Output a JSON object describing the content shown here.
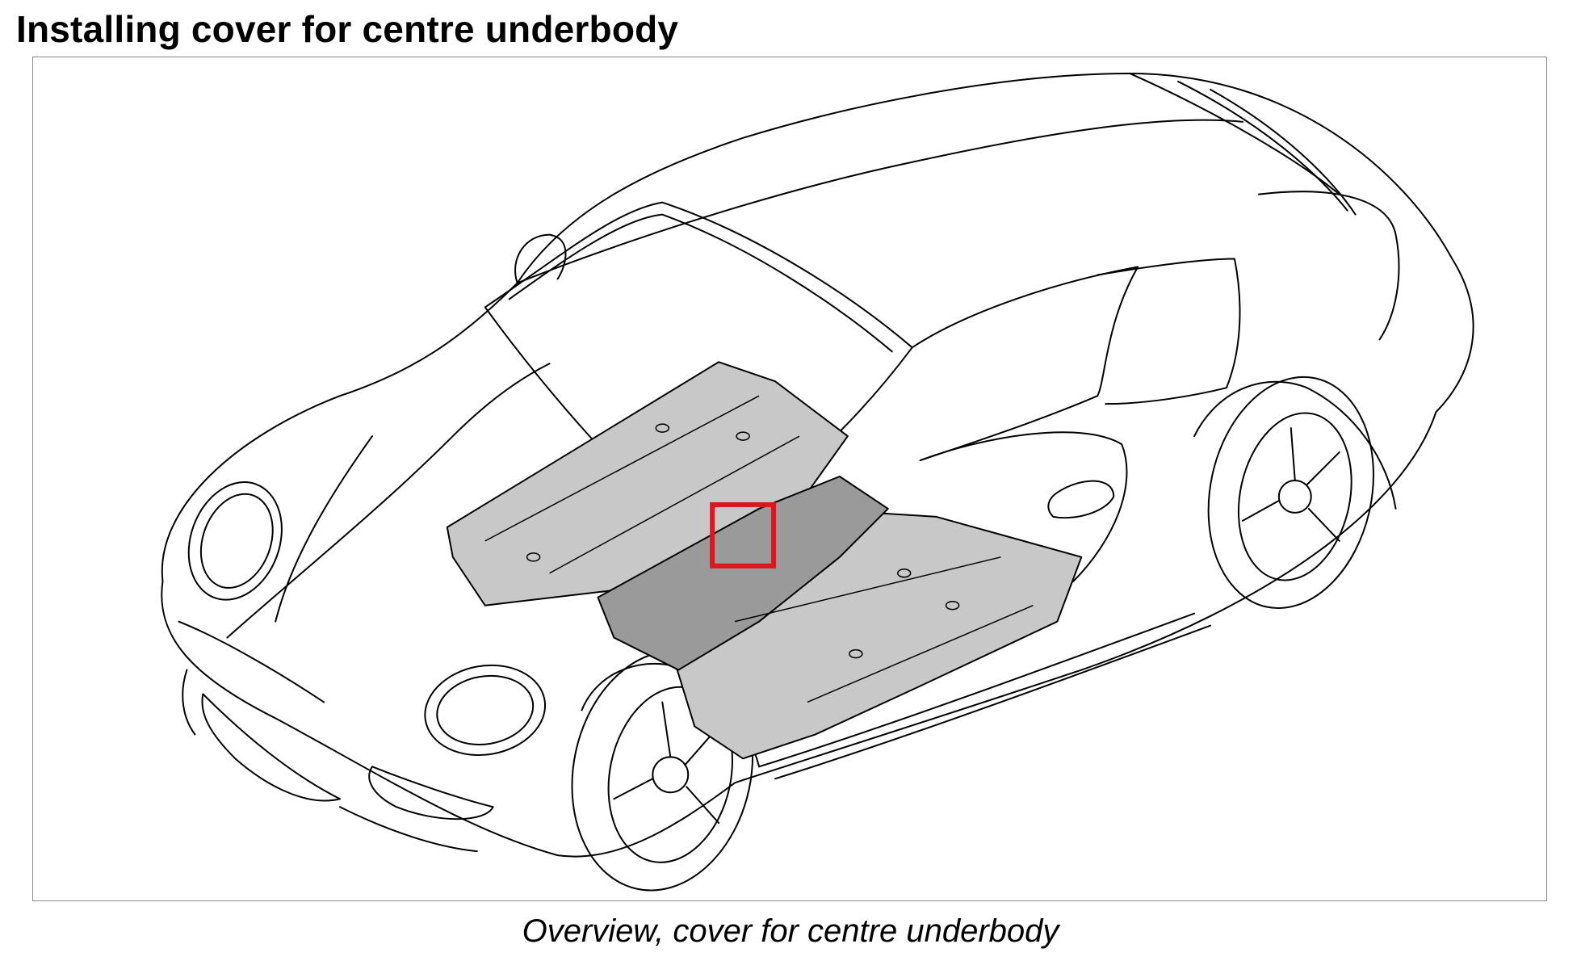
{
  "document": {
    "title": "Installing cover for centre underbody",
    "caption": "Overview, cover for centre underbody"
  },
  "figure": {
    "illustration": "car-underbody-cover-overview",
    "line_color": "#000000",
    "panel_fill": "#c8c8c8",
    "center_panel_fill": "#9a9a9a",
    "highlight_color": "#e0141b"
  }
}
